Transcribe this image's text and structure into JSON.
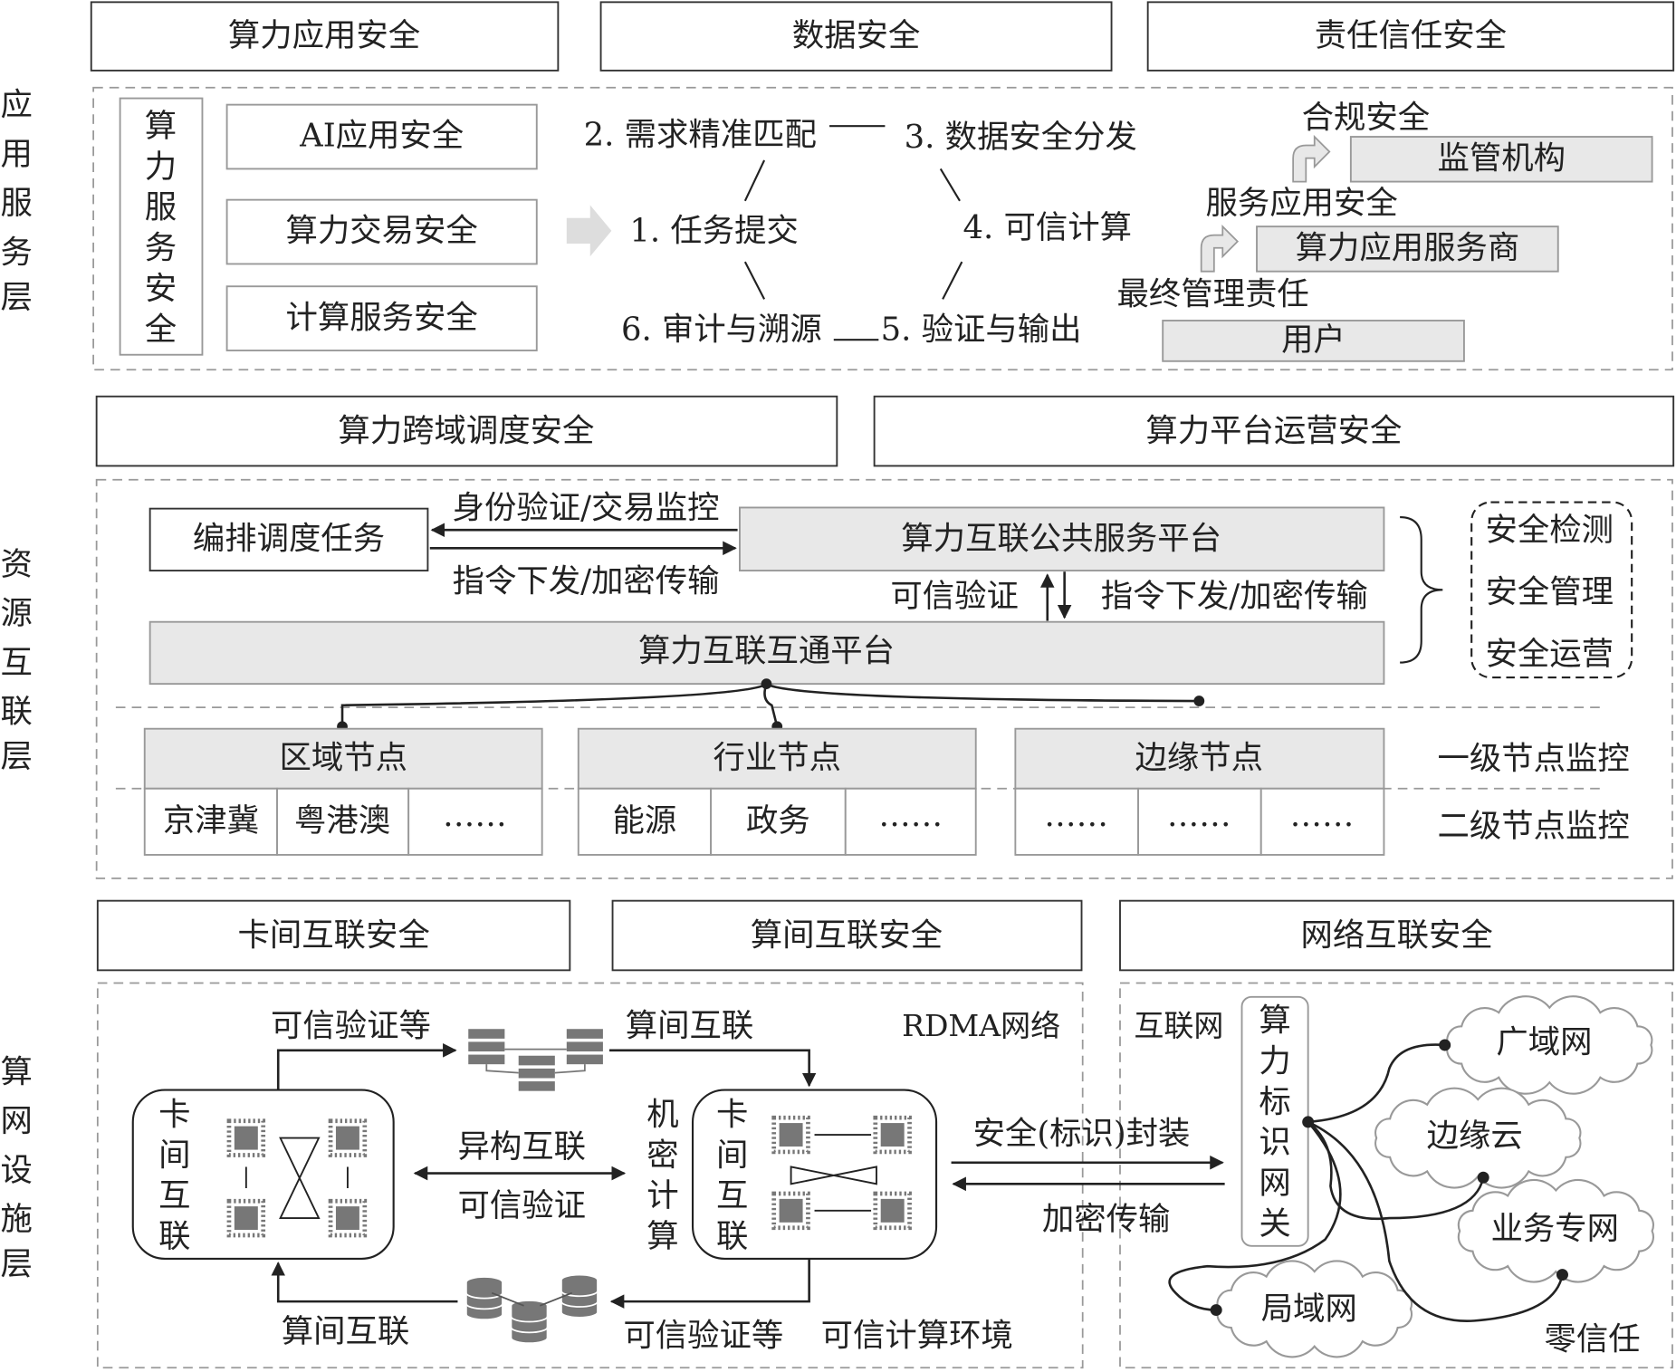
{
  "app_layer": {
    "side_label": [
      "应",
      "用",
      "服",
      "务",
      "层"
    ],
    "headers": [
      "算力应用安全",
      "数据安全",
      "责任信任安全"
    ],
    "service_security": [
      "算",
      "力",
      "服",
      "务",
      "安",
      "全"
    ],
    "items": [
      "AI应用安全",
      "算力交易安全",
      "计算服务安全"
    ],
    "cycle": [
      "1. 任务提交",
      "2. 需求精准匹配",
      "3. 数据安全分发",
      "4. 可信计算",
      "5. 验证与输出",
      "6. 审计与溯源"
    ],
    "responsibility": {
      "compliance": "合规安全",
      "regulator": "监管机构",
      "service_app": "服务应用安全",
      "provider": "算力应用服务商",
      "final": "最终管理责任",
      "user": "用户"
    }
  },
  "resource_layer": {
    "side_label": [
      "资",
      "源",
      "互",
      "联",
      "层"
    ],
    "headers": [
      "算力跨域调度安全",
      "算力平台运营安全"
    ],
    "orchestration": "编排调度任务",
    "arrow_top": "身份验证/交易监控",
    "arrow_bottom": "指令下发/加密传输",
    "public_platform": "算力互联公共服务平台",
    "trusted_verify": "可信验证",
    "cmd_transfer": "指令下发/加密传输",
    "interconnect_platform": "算力互联互通平台",
    "security_ops": [
      "安全检测",
      "安全管理",
      "安全运营"
    ],
    "nodes": [
      {
        "name": "区域节点",
        "subs": [
          "京津冀",
          "粤港澳",
          "……"
        ]
      },
      {
        "name": "行业节点",
        "subs": [
          "能源",
          "政务",
          "……"
        ]
      },
      {
        "name": "边缘节点",
        "subs": [
          "……",
          "……",
          "……"
        ]
      }
    ],
    "monitor_l1": "一级节点监控",
    "monitor_l2": "二级节点监控"
  },
  "infra_layer": {
    "side_label": [
      "算",
      "网",
      "设",
      "施",
      "层"
    ],
    "headers": [
      "卡间互联安全",
      "算间互联安全",
      "网络互联安全"
    ],
    "rdma": "RDMA网络",
    "card_interconnect": [
      "卡",
      "间",
      "互",
      "联"
    ],
    "confidential": [
      "机",
      "密",
      "计",
      "算"
    ],
    "trusted_verify_etc": "可信验证等",
    "inter_compute": "算间互联",
    "hetero": "异构互联",
    "trusted_verify": "可信验证",
    "trusted_env": "可信计算环境",
    "encap": "安全(标识)封装",
    "encrypt": "加密传输",
    "internet": "互联网",
    "gateway": [
      "算",
      "力",
      "标",
      "识",
      "网",
      "关"
    ],
    "clouds": [
      "广域网",
      "边缘云",
      "业务专网",
      "局域网"
    ],
    "zero_trust": "零信任"
  }
}
